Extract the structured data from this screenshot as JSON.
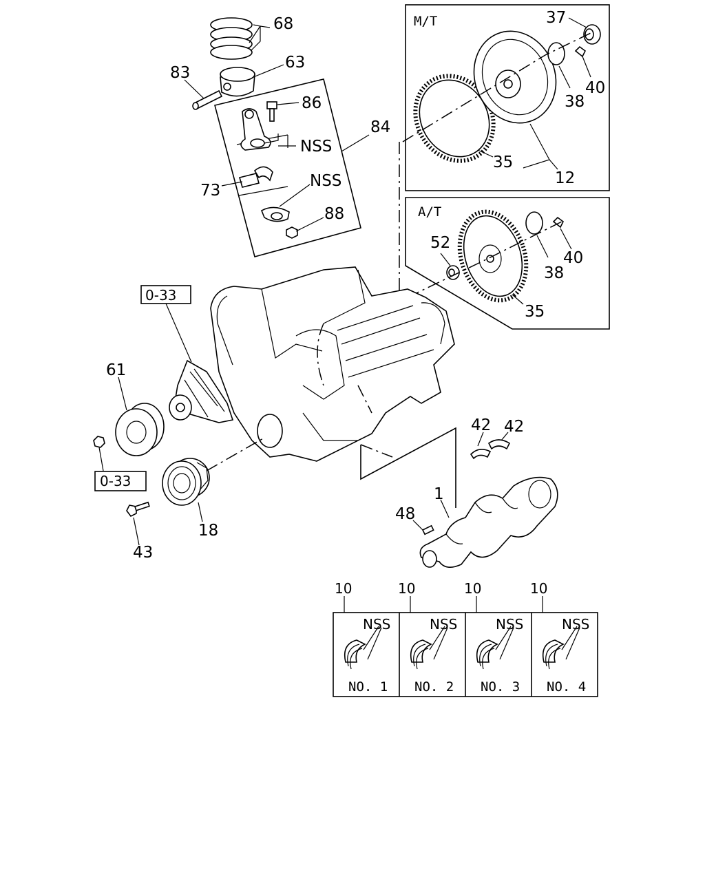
{
  "diagram": {
    "labels": {
      "p68": "68",
      "p63": "63",
      "p83": "83",
      "p86": "86",
      "nss_rod": "NSS",
      "p84": "84",
      "p73": "73",
      "nss_cap": "NSS",
      "p88": "88",
      "p37": "37",
      "p40_mt": "40",
      "p38_mt": "38",
      "p35_mt": "35",
      "p12": "12",
      "p40_at": "40",
      "p38_at": "38",
      "p52": "52",
      "p35_at": "35",
      "ref_top": "0-33",
      "ref_bottom": "0-33",
      "p61": "61",
      "p18": "18",
      "p43": "43",
      "p42a": "42",
      "p42b": "42",
      "p1": "1",
      "p48": "48"
    },
    "boxes": {
      "mt_title": "M/T",
      "at_title": "A/T"
    },
    "bearings": [
      {
        "callout": "10",
        "nss": "NSS",
        "name": "NO. 1"
      },
      {
        "callout": "10",
        "nss": "NSS",
        "name": "NO. 2"
      },
      {
        "callout": "10",
        "nss": "NSS",
        "name": "NO. 3"
      },
      {
        "callout": "10",
        "nss": "NSS",
        "name": "NO. 4"
      }
    ]
  }
}
